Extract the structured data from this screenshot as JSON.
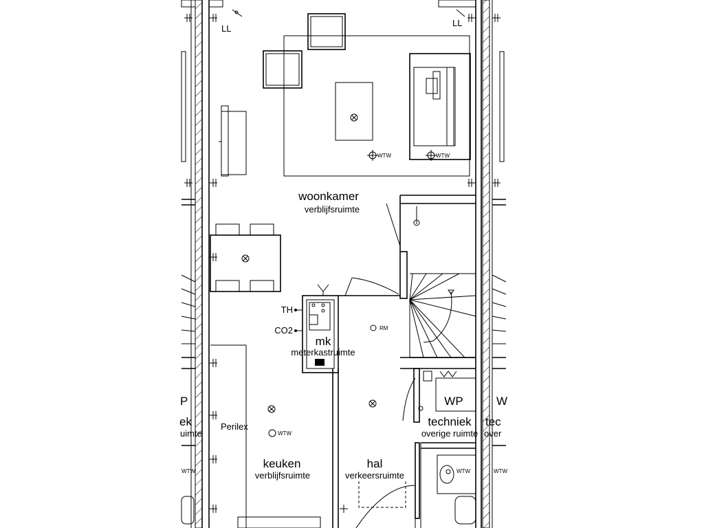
{
  "rooms": {
    "woonkamer": {
      "name": "woonkamer",
      "type": "verblijfsruimte"
    },
    "meterkast": {
      "name": "mk",
      "type": "meterkastruimte"
    },
    "keuken": {
      "name": "keuken",
      "type": "verblijfsruimte"
    },
    "hal": {
      "name": "hal",
      "type": "verkeersruimte"
    },
    "techniek": {
      "name": "techniek",
      "type": "overige ruimte"
    },
    "left_partial": {
      "name": "ek",
      "type": "uimte"
    },
    "right_partial": {
      "name": "tec",
      "type": "over"
    }
  },
  "symbols": {
    "ll": "LL",
    "wtw": "WTW",
    "rm": "RM",
    "th": "TH",
    "co2": "CO2",
    "perilex": "Perilex",
    "wp": "WP"
  }
}
